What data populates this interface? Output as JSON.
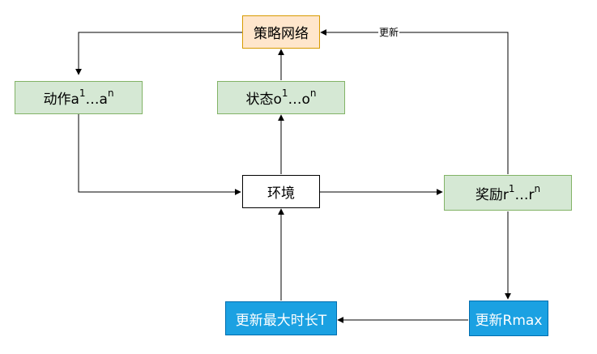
{
  "nodes": {
    "policy_network": "策略网络",
    "environment": "环境",
    "action": {
      "text": "动作a",
      "sup1": "1",
      "mid": "…a",
      "sup2": "n"
    },
    "state": {
      "text": "状态o",
      "sup1": "1",
      "mid": "…o",
      "sup2": "n"
    },
    "reward": {
      "text": "奖励r",
      "sup1": "1",
      "mid": "…r",
      "sup2": "n"
    },
    "update_max_time": "更新最大时长T",
    "update_rmax": "更新Rmax"
  },
  "edge_labels": {
    "update": "更新"
  },
  "colors": {
    "orange_fill": "#ffe6cc",
    "orange_stroke": "#d79b00",
    "green_fill": "#d5e8d4",
    "green_stroke": "#82b366",
    "blue_fill": "#1ba1e2",
    "blue_stroke": "#006eaf"
  }
}
